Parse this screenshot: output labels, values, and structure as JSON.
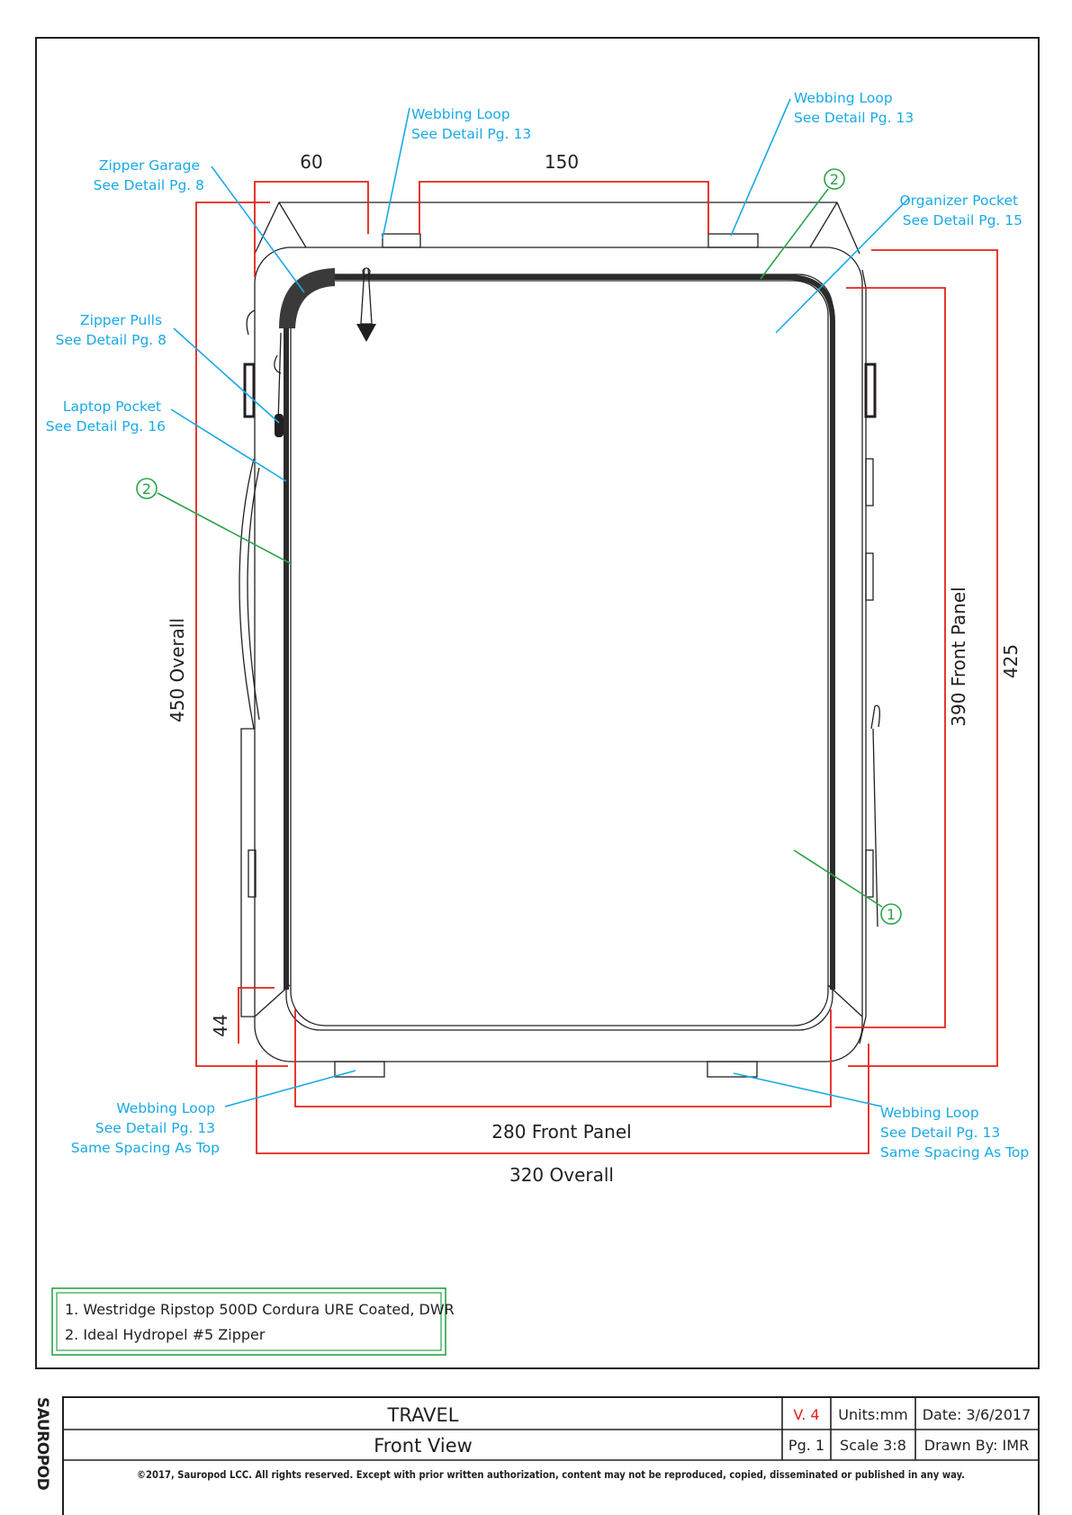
{
  "labels": {
    "webbing_loop_top_left": [
      "Webbing Loop",
      "See Detail Pg. 13"
    ],
    "webbing_loop_top_right": [
      "Webbing Loop",
      "See Detail Pg. 13"
    ],
    "zipper_garage": [
      "Zipper Garage",
      "See Detail Pg. 8"
    ],
    "organizer_pocket": [
      "Organizer Pocket",
      "See Detail Pg. 15"
    ],
    "zipper_pulls": [
      "Zipper Pulls",
      "See Detail Pg. 8"
    ],
    "laptop_pocket": [
      "Laptop Pocket",
      "See Detail Pg. 16"
    ],
    "webbing_loop_bottom_left": [
      "Webbing Loop",
      "See Detail Pg. 13",
      "Same Spacing As Top"
    ],
    "webbing_loop_bottom_right": [
      "Webbing Loop",
      "See Detail Pg. 13",
      "Same Spacing As Top"
    ]
  },
  "callouts": {
    "zipper": "2",
    "fabric": "1"
  },
  "dimensions": {
    "top_left_spacing": "60",
    "top_loop_spacing": "150",
    "overall_height": "450 Overall",
    "front_panel_height": "390 Front Panel",
    "right_height": "425",
    "bottom_inset": "44",
    "front_panel_width": "280 Front Panel",
    "overall_width": "320 Overall"
  },
  "materials": [
    "1. Westridge Ripstop 500D Cordura URE Coated, DWR",
    "2. Ideal Hydropel #5 Zipper"
  ],
  "title_block": {
    "logo": "SAUROPOD",
    "project": "TRAVEL",
    "version": "V. 4",
    "units": "Units:mm",
    "date": "Date: 3/6/2017",
    "view": "Front View",
    "page": "Pg. 1",
    "scale": "Scale 3:8",
    "drawn_by": "Drawn By: IMR",
    "copyright": "©2017, Sauropod LCC. All rights reserved. Except with prior written authorization, content may not be reproduced, copied, disseminated or published in any way."
  },
  "colors": {
    "dimension_lines": "#e2231a",
    "leader_labels": "#1aa9e6",
    "material_callouts": "#2aa34a",
    "outline": "#231f20"
  }
}
